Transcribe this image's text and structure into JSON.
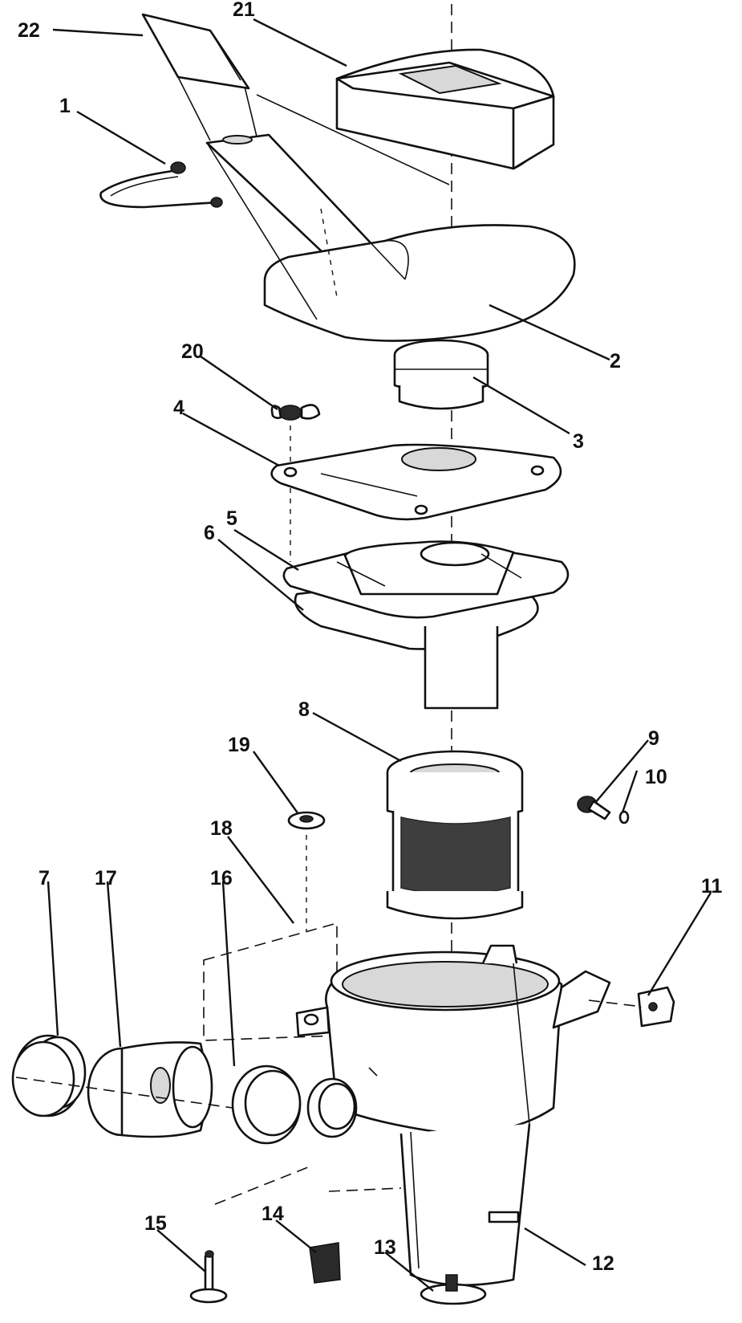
{
  "diagram": {
    "callouts": [
      {
        "id": "22",
        "label": "22"
      },
      {
        "id": "21",
        "label": "21"
      },
      {
        "id": "1",
        "label": "1"
      },
      {
        "id": "2",
        "label": "2"
      },
      {
        "id": "20",
        "label": "20"
      },
      {
        "id": "3",
        "label": "3"
      },
      {
        "id": "4",
        "label": "4"
      },
      {
        "id": "5",
        "label": "5"
      },
      {
        "id": "6",
        "label": "6"
      },
      {
        "id": "8",
        "label": "8"
      },
      {
        "id": "9",
        "label": "9"
      },
      {
        "id": "19",
        "label": "19"
      },
      {
        "id": "10",
        "label": "10"
      },
      {
        "id": "18",
        "label": "18"
      },
      {
        "id": "11",
        "label": "11"
      },
      {
        "id": "7",
        "label": "7"
      },
      {
        "id": "17",
        "label": "17"
      },
      {
        "id": "16",
        "label": "16"
      },
      {
        "id": "12",
        "label": "12"
      },
      {
        "id": "15",
        "label": "15"
      },
      {
        "id": "14",
        "label": "14"
      },
      {
        "id": "13",
        "label": "13"
      }
    ]
  }
}
